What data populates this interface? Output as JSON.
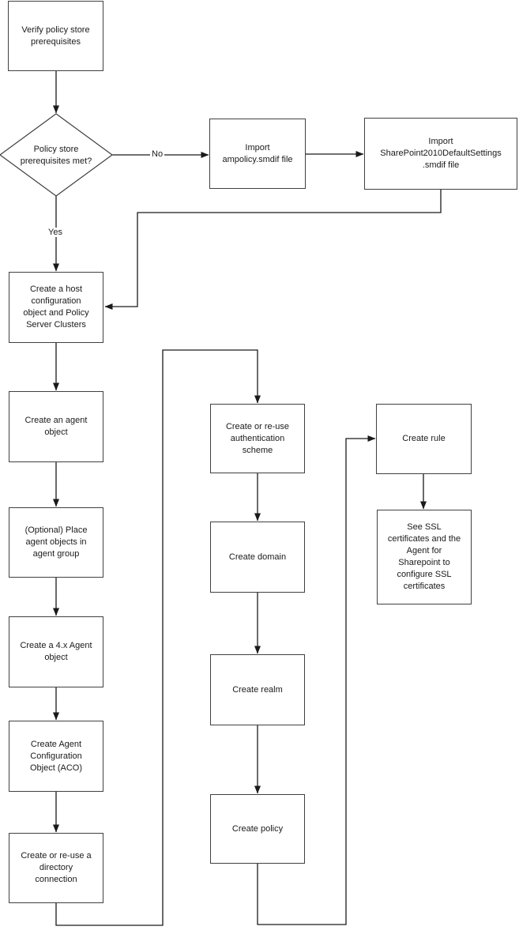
{
  "nodes": {
    "verify": {
      "label": "Verify policy store\nprerequisites"
    },
    "decision": {
      "label": "Policy store\nprerequisites met?"
    },
    "import_ampolicy": {
      "label": "Import\nampolicy.smdif file"
    },
    "import_sharepoint": {
      "label": "Import\nSharePoint2010DefaultSettings\n.smdif file"
    },
    "host_config": {
      "label": "Create a host\nconfiguration\nobject and Policy\nServer Clusters"
    },
    "agent_object": {
      "label": "Create an agent\nobject"
    },
    "optional_group": {
      "label": "(Optional) Place\nagent objects in\nagent group"
    },
    "agent_4x": {
      "label": "Create a 4.x Agent\nobject"
    },
    "aco": {
      "label": "Create Agent\nConfiguration\nObject (ACO)"
    },
    "directory": {
      "label": "Create or re-use a\ndirectory\nconnection"
    },
    "auth_scheme": {
      "label": "Create or re-use\nauthentication\nscheme"
    },
    "domain": {
      "label": "Create domain"
    },
    "realm": {
      "label": "Create realm"
    },
    "policy": {
      "label": "Create policy"
    },
    "rule": {
      "label": "Create rule"
    },
    "ssl_note": {
      "label": "See SSL\ncertificates and the\nAgent for\nSharepoint to\nconfigure SSL\ncertificates"
    }
  },
  "edge_labels": {
    "no": "No",
    "yes": "Yes"
  },
  "colors": {
    "box_border": "#404040",
    "line": "#1a1a1a",
    "text": "#1a1a1a",
    "background": "#ffffff"
  }
}
